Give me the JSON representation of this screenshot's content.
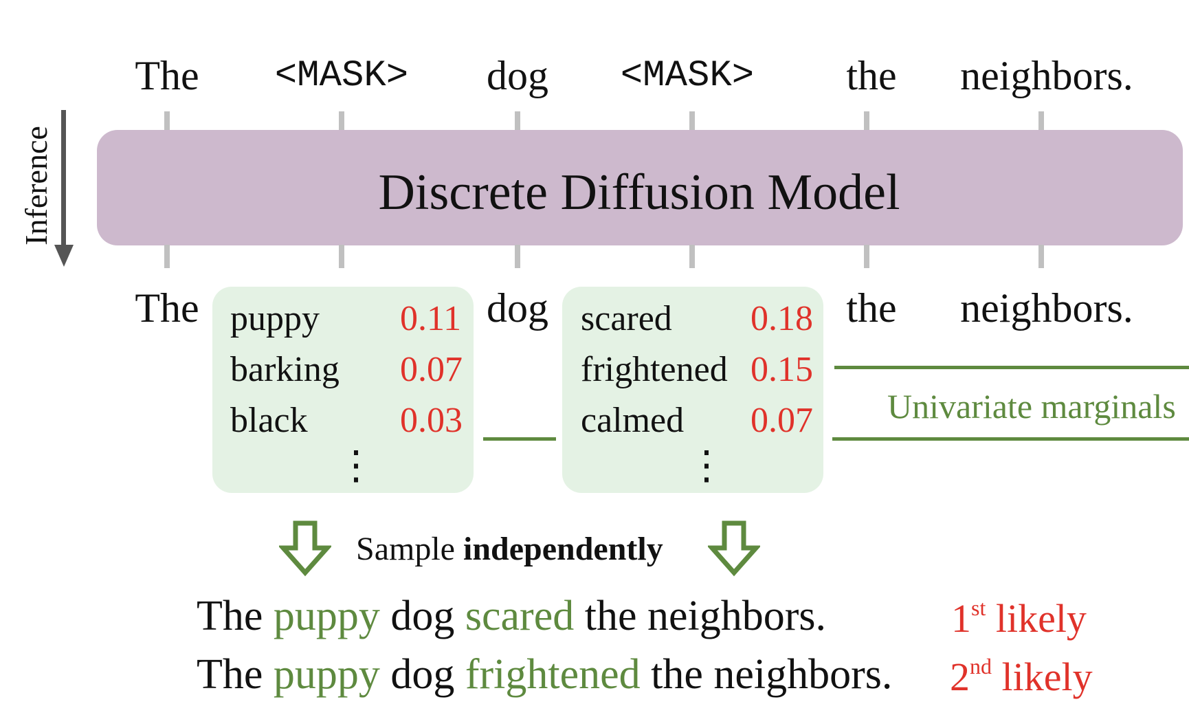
{
  "top_tokens": [
    "The",
    "<MASK>",
    "dog",
    "<MASK>",
    "the",
    "neighbors."
  ],
  "inference_label": "Inference",
  "model_label": "Discrete Diffusion Model",
  "bottom_tokens": {
    "t1": "The",
    "t3": "dog",
    "t5": "the",
    "t6": "neighbors."
  },
  "mask1_candidates": [
    {
      "word": "puppy",
      "prob": "0.11"
    },
    {
      "word": "barking",
      "prob": "0.07"
    },
    {
      "word": "black",
      "prob": "0.03"
    }
  ],
  "mask2_candidates": [
    {
      "word": "scared",
      "prob": "0.18"
    },
    {
      "word": "frightened",
      "prob": "0.15"
    },
    {
      "word": "calmed",
      "prob": "0.07"
    }
  ],
  "ellipsis": "⋮",
  "marginals_label": "Univariate marginals",
  "sample_text": {
    "prefix": "Sample ",
    "bold": "independently"
  },
  "sentences": [
    {
      "w1": "The",
      "w2": "puppy",
      "w3": "dog",
      "w4": "scared",
      "w5": "the neighbors.",
      "rank_num": "1",
      "rank_sup": "st",
      "rank_word": "likely"
    },
    {
      "w1": "The",
      "w2": "puppy",
      "w3": "dog",
      "w4": "frightened",
      "w5": "the neighbors.",
      "rank_num": "2",
      "rank_sup": "nd",
      "rank_word": "likely"
    }
  ],
  "colors": {
    "model_fill": "#cdb9cd",
    "box_fill": "#e4f2e4",
    "green": "#5e8a3f",
    "red": "#e0322a",
    "tick": "#c0c0c0"
  }
}
